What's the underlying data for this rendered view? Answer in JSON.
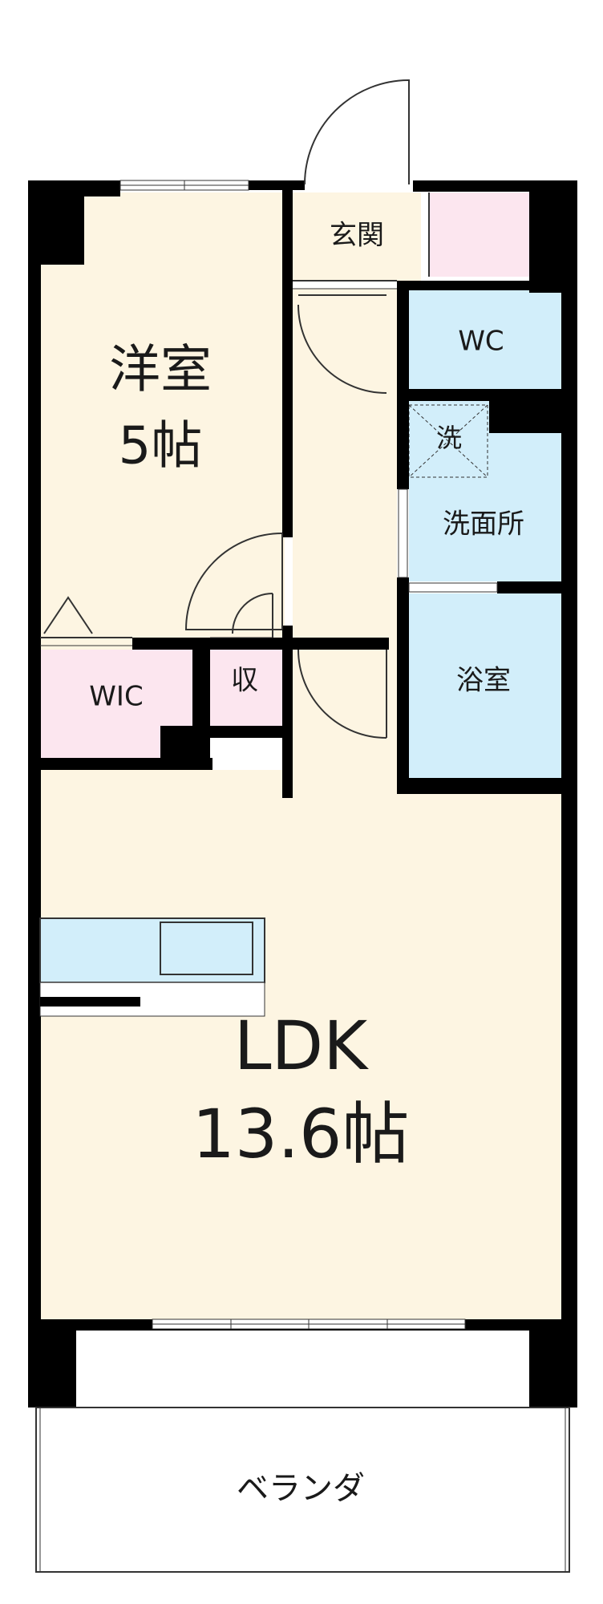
{
  "colors": {
    "wall": "#000000",
    "room_beige": "#fdf5e2",
    "wet_blue": "#d2eefa",
    "closet_pink": "#fce6ef",
    "line": "#333333"
  },
  "rooms": {
    "western": {
      "name": "洋室",
      "size": "5帖"
    },
    "entrance": {
      "name": "玄関"
    },
    "wc": {
      "name": "WC"
    },
    "laundry": {
      "name": "洗"
    },
    "washroom": {
      "name": "洗面所"
    },
    "bath": {
      "name": "浴室"
    },
    "wic": {
      "name": "WIC"
    },
    "storage": {
      "name": "収"
    },
    "ldk": {
      "name": "LDK",
      "size": "13.6帖"
    },
    "veranda": {
      "name": "ベランダ"
    }
  }
}
